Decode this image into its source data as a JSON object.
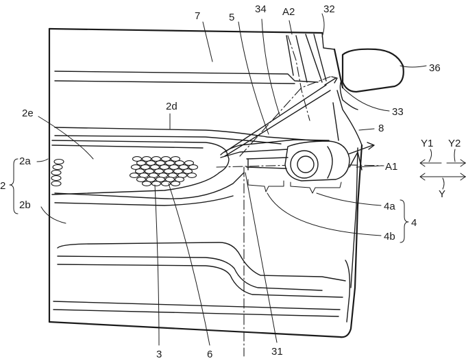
{
  "labels": {
    "l7": "7",
    "l5": "5",
    "l34": "34",
    "lA2": "A2",
    "l32": "32",
    "l36": "36",
    "l2d": "2d",
    "l2e": "2e",
    "l33": "33",
    "l8": "8",
    "lY1": "Y1",
    "lY2": "Y2",
    "lY": "Y",
    "lA1": "A1",
    "l2a": "2a",
    "l2": "2",
    "l2b": "2b",
    "l4a": "4a",
    "l4": "4",
    "l4b": "4b",
    "l3": "3",
    "l6": "6",
    "l31": "31"
  }
}
